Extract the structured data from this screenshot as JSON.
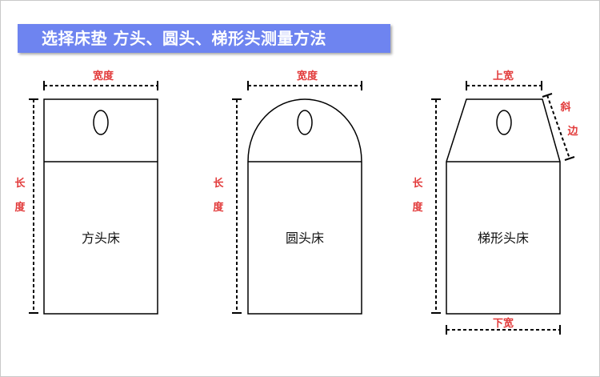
{
  "title": "选择床垫  方头、圆头、梯形头测量方法",
  "colors": {
    "title_bg": "#6e84f0",
    "dimension_label": "#e23b3b",
    "outline": "#000000"
  },
  "diagrams": {
    "square": {
      "name": "方头床",
      "width_label": "宽度",
      "length_label_top": "长",
      "length_label_bottom": "度"
    },
    "round": {
      "name": "圆头床",
      "width_label": "宽度",
      "length_label_top": "长",
      "length_label_bottom": "度"
    },
    "trapezoid": {
      "name": "梯形头床",
      "top_width_label": "上宽",
      "slant_label_top": "斜",
      "slant_label_bottom": "边",
      "bottom_width_label": "下宽",
      "length_label_top": "长",
      "length_label_bottom": "度"
    }
  }
}
